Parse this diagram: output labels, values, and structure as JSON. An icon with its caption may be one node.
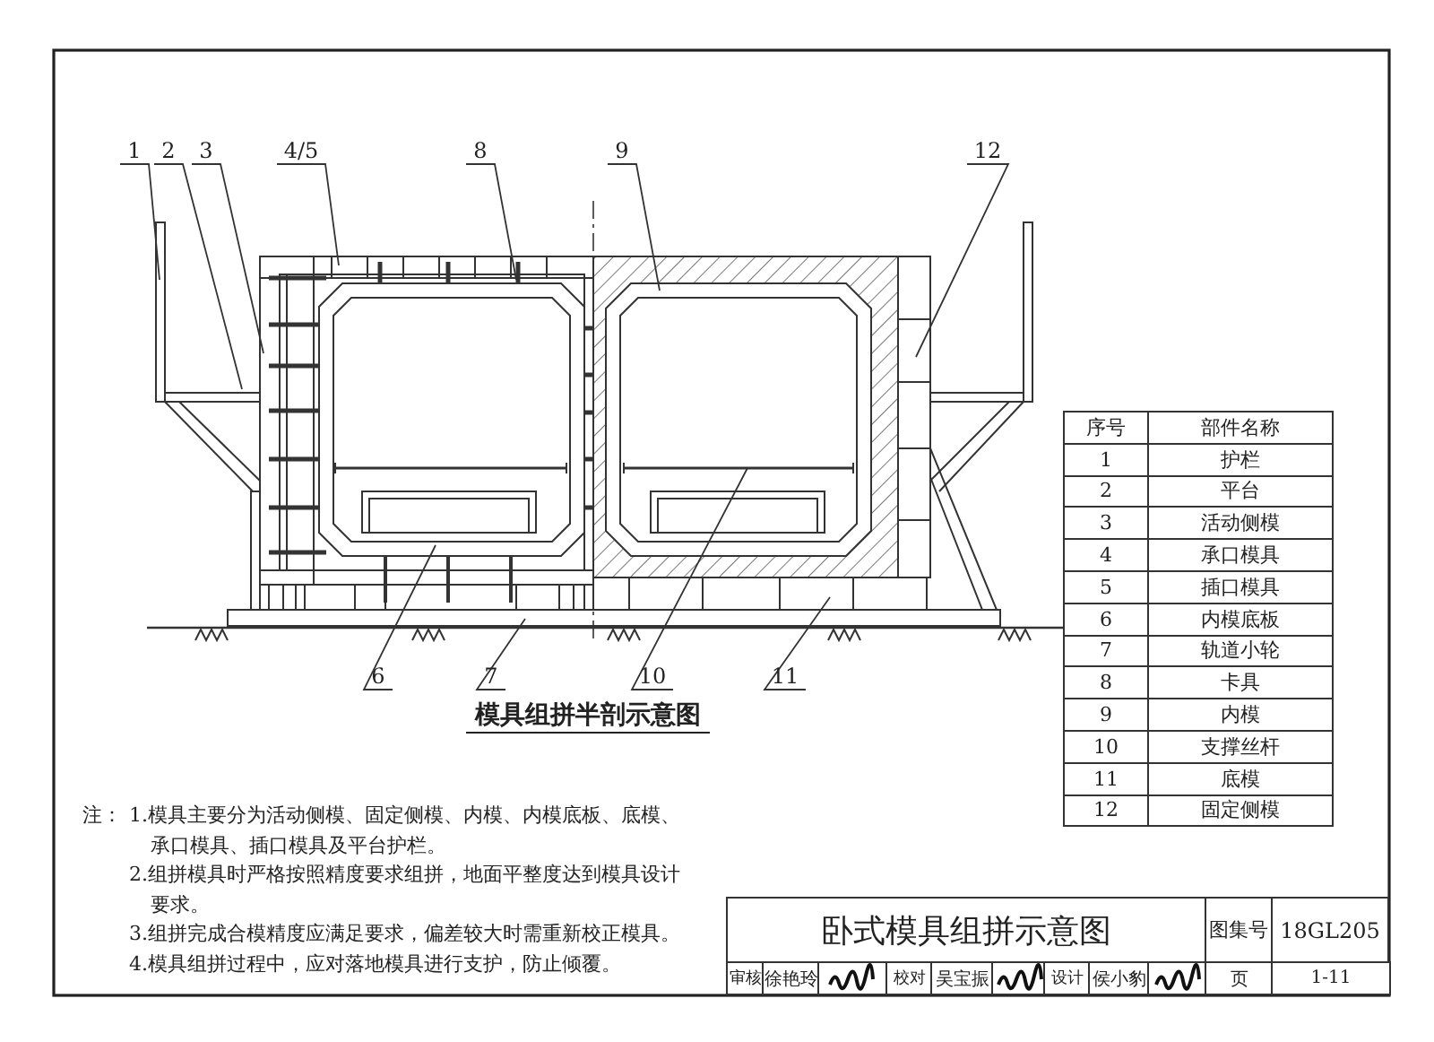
{
  "diagram": {
    "title": "卧式模具组拼示意图",
    "caption": "模具组拼半剖示意图",
    "nodes": [
      {
        "text": [
          "1"
        ]
      },
      {
        "text": [
          "2"
        ]
      },
      {
        "text": [
          "3"
        ]
      },
      {
        "text": [
          "4/5"
        ]
      },
      {
        "text": [
          "8"
        ]
      },
      {
        "text": [
          "9"
        ]
      },
      {
        "text": [
          "12"
        ]
      },
      {
        "text": [
          "6"
        ]
      },
      {
        "text": [
          "7"
        ]
      },
      {
        "text": [
          "10"
        ]
      },
      {
        "text": [
          "11"
        ]
      }
    ],
    "edges": [
      {
        "from": 0,
        "to": null,
        "arrow": "none"
      },
      {
        "from": 1,
        "to": null,
        "arrow": "none"
      },
      {
        "from": 2,
        "to": null,
        "arrow": "none"
      },
      {
        "from": 3,
        "to": null,
        "arrow": "none"
      },
      {
        "from": 4,
        "to": null,
        "arrow": "none"
      },
      {
        "from": 5,
        "to": null,
        "arrow": "none"
      },
      {
        "from": 6,
        "to": null,
        "arrow": "none"
      },
      {
        "from": 7,
        "to": null,
        "arrow": "none"
      },
      {
        "from": 8,
        "to": null,
        "arrow": "none"
      },
      {
        "from": 9,
        "to": null,
        "arrow": "none"
      },
      {
        "from": 10,
        "to": null,
        "arrow": "none"
      }
    ],
    "labels": [
      "序号",
      "部件名称",
      "1",
      "护栏",
      "2",
      "平台",
      "3",
      "活动侧模",
      "4",
      "承口模具",
      "5",
      "插口模具",
      "6",
      "内模底板",
      "7",
      "轨道小轮",
      "8",
      "卡具",
      "9",
      "内模",
      "10",
      "支撑丝杆",
      "11",
      "底模",
      "注：",
      "1.模具主要分为活动侧模、固定侧模、内模、内模底板、底模、承口模具、插口模具及平台护栏。",
      "12",
      "固定侧模",
      "2.组拼模具时严格按照精度要求组拼，地面平整度达到模具设计要求。",
      "3.组拼完成合模精度应满足要求，偏差较大时需重新校正模具。",
      "4.模具组拼过程中，应对落地模具进行支护，防止倾覆。",
      "图集号",
      "18GL205",
      "审核",
      "徐艳玲",
      "校对",
      "吴宝振",
      "设计",
      "侯小豹",
      "页",
      "1-11"
    ]
  }
}
